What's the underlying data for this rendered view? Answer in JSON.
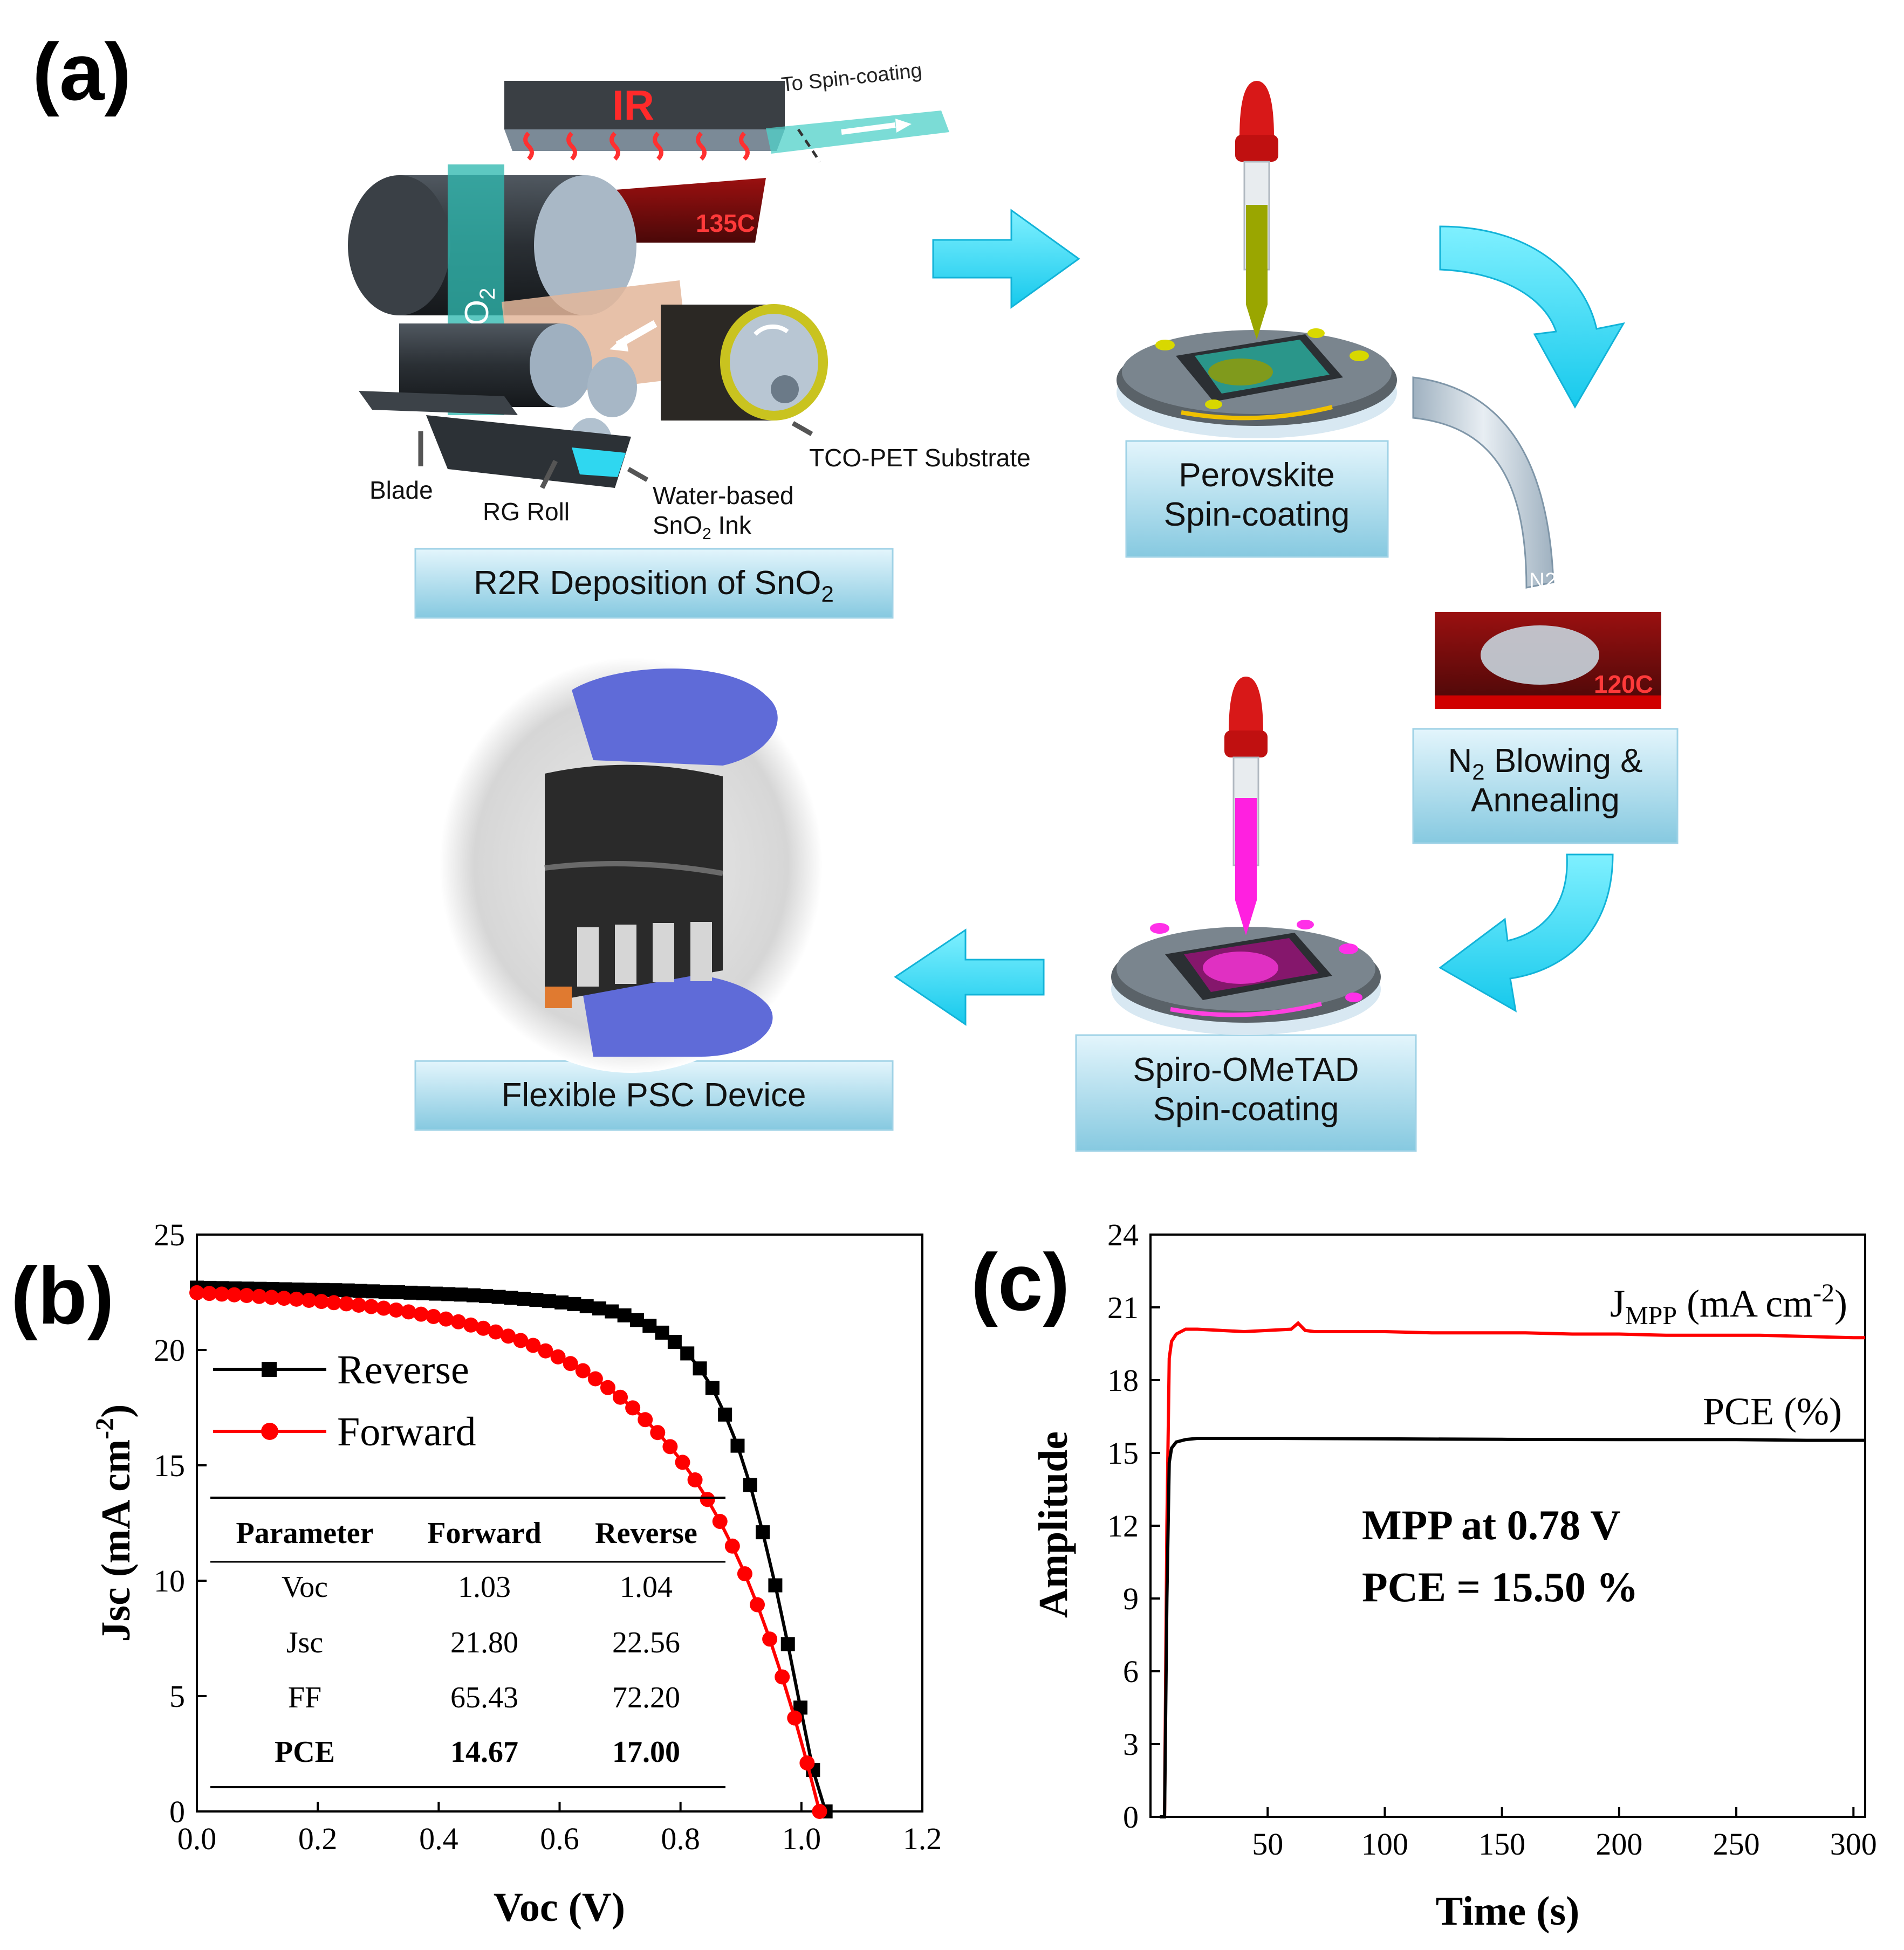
{
  "panel_a": {
    "letter": "(a)",
    "labels": {
      "r2r": "R2R Deposition of SnO",
      "r2r_sub": "2",
      "perovskite_1": "Perovskite",
      "perovskite_2": "Spin-coating",
      "n2_1a": "N",
      "n2_1sub": "2",
      "n2_1b": " Blowing &",
      "n2_2": "Annealing",
      "spiro_1": "Spiro-OMeTAD",
      "spiro_2": "Spin-coating",
      "flexible": "Flexible PSC Device"
    },
    "machine": {
      "ir": "IR",
      "to_spin": "To Spin-coating",
      "temp1": "135C",
      "sno2": "SnO",
      "sno2_sub": "2",
      "tco": "TCO-PET Substrate",
      "blade": "Blade",
      "rg_roll": "RG Roll",
      "ink_1": "Water-based",
      "ink_2a": "SnO",
      "ink_2sub": "2",
      "ink_2b": " Ink"
    },
    "anneal": {
      "n2": "N2",
      "temp2": "120C"
    },
    "colors": {
      "arrow": "#33ddf5",
      "box_top": "#dff3fb",
      "box_bottom": "#8ccde4",
      "perovskite_ink": "#9aa600",
      "spiro_ink": "#ff20e0",
      "dropper_bulb": "#d81818"
    }
  },
  "panel_b": {
    "letter": "(b)",
    "chart_data": {
      "type": "line",
      "xlabel": "Voc (V)",
      "ylabel": "Jsc (mA cm",
      "ylabel_sup": "-2",
      "ylabel_end": ")",
      "xlim": [
        0,
        1.2
      ],
      "ylim": [
        0,
        25
      ],
      "xticks": [
        "0.0",
        "0.2",
        "0.4",
        "0.6",
        "0.8",
        "1.0",
        "1.2"
      ],
      "yticks": [
        "0",
        "5",
        "10",
        "15",
        "20",
        "25"
      ],
      "legend_position": "upper-left",
      "series": [
        {
          "name": "Reverse",
          "color": "#000000",
          "marker": "square",
          "x": [
            0.0,
            0.0208,
            0.0416,
            0.0624,
            0.0832,
            0.104,
            0.1248,
            0.1456,
            0.1664,
            0.1872,
            0.208,
            0.2288,
            0.2496,
            0.2704,
            0.2912,
            0.312,
            0.3328,
            0.3536,
            0.3744,
            0.3952,
            0.416,
            0.4368,
            0.4576,
            0.4784,
            0.4992,
            0.52,
            0.5408,
            0.5616,
            0.5824,
            0.6032,
            0.624,
            0.6448,
            0.6656,
            0.6864,
            0.7072,
            0.728,
            0.7488,
            0.7696,
            0.7904,
            0.8112,
            0.832,
            0.8528,
            0.8736,
            0.8944,
            0.9152,
            0.936,
            0.9568,
            0.9776,
            0.9984,
            1.0192,
            1.04
          ],
          "y": [
            22.7,
            22.69,
            22.68,
            22.67,
            22.66,
            22.65,
            22.64,
            22.63,
            22.62,
            22.61,
            22.6,
            22.59,
            22.58,
            22.56,
            22.54,
            22.52,
            22.5,
            22.48,
            22.46,
            22.44,
            22.42,
            22.4,
            22.37,
            22.34,
            22.3,
            22.26,
            22.22,
            22.17,
            22.12,
            22.06,
            21.99,
            21.9,
            21.8,
            21.67,
            21.5,
            21.3,
            21.05,
            20.75,
            20.35,
            19.85,
            19.2,
            18.35,
            17.2,
            15.85,
            14.15,
            12.1,
            9.8,
            7.25,
            4.5,
            1.8,
            0.0
          ]
        },
        {
          "name": "Forward",
          "color": "#ff0000",
          "marker": "circle",
          "x": [
            0.0,
            0.0206,
            0.0412,
            0.0618,
            0.0824,
            0.103,
            0.1236,
            0.1442,
            0.1648,
            0.1854,
            0.206,
            0.2266,
            0.2472,
            0.2678,
            0.2884,
            0.309,
            0.3296,
            0.3502,
            0.3708,
            0.3914,
            0.412,
            0.4326,
            0.4532,
            0.4738,
            0.4944,
            0.515,
            0.5356,
            0.5562,
            0.5768,
            0.5974,
            0.618,
            0.6386,
            0.6592,
            0.6798,
            0.7004,
            0.721,
            0.7416,
            0.7622,
            0.7828,
            0.8034,
            0.824,
            0.8446,
            0.8652,
            0.8858,
            0.9064,
            0.927,
            0.9476,
            0.9682,
            0.9888,
            1.0094,
            1.03
          ],
          "y": [
            22.48,
            22.45,
            22.42,
            22.39,
            22.36,
            22.32,
            22.28,
            22.24,
            22.2,
            22.15,
            22.1,
            22.05,
            22.0,
            21.94,
            21.88,
            21.81,
            21.73,
            21.65,
            21.55,
            21.45,
            21.34,
            21.22,
            21.08,
            20.94,
            20.78,
            20.6,
            20.41,
            20.2,
            19.96,
            19.7,
            19.41,
            19.1,
            18.75,
            18.37,
            17.95,
            17.49,
            16.98,
            16.42,
            15.81,
            15.13,
            14.37,
            13.52,
            12.57,
            11.5,
            10.3,
            8.96,
            7.47,
            5.83,
            4.05,
            2.1,
            0.0
          ]
        }
      ],
      "table": {
        "headers": [
          "Parameter",
          "Forward",
          "Reverse"
        ],
        "rows": [
          [
            "Voc",
            "1.03",
            "1.04"
          ],
          [
            "Jsc",
            "21.80",
            "22.56"
          ],
          [
            "FF",
            "65.43",
            "72.20"
          ],
          [
            "PCE",
            "14.67",
            "17.00"
          ]
        ]
      }
    }
  },
  "panel_c": {
    "letter": "(c)",
    "chart_data": {
      "type": "line",
      "xlabel": "Time (s)",
      "ylabel": "Amplitude",
      "xlim": [
        0,
        305
      ],
      "ylim": [
        0,
        24
      ],
      "xticks": [
        "50",
        "100",
        "150",
        "200",
        "250",
        "300"
      ],
      "yticks": [
        "0",
        "3",
        "6",
        "9",
        "12",
        "15",
        "18",
        "21",
        "24"
      ],
      "annotations": [
        "MPP at 0.78 V",
        "PCE = 15.50 %"
      ],
      "series": [
        {
          "name": "JMPP (mA cm-2)",
          "label_main": "J",
          "label_sub": "MPP",
          "label_rest": " (mA cm",
          "label_sup": "-2",
          "label_end": ")",
          "color": "#ff0000",
          "x": [
            4,
            6,
            7,
            8,
            9,
            11,
            15,
            20,
            30,
            40,
            50,
            60,
            63,
            66,
            70,
            80,
            100,
            120,
            140,
            160,
            180,
            200,
            220,
            240,
            260,
            280,
            300,
            305
          ],
          "y": [
            0,
            0,
            12,
            18.9,
            19.6,
            19.9,
            20.1,
            20.1,
            20.05,
            20.0,
            20.05,
            20.1,
            20.35,
            20.05,
            20.0,
            20.0,
            20.0,
            19.95,
            19.95,
            19.95,
            19.9,
            19.9,
            19.85,
            19.85,
            19.85,
            19.8,
            19.75,
            19.75
          ]
        },
        {
          "name": "PCE (%)",
          "color": "#000000",
          "x": [
            4,
            6,
            7,
            8,
            9,
            11,
            15,
            20,
            30,
            50,
            100,
            150,
            200,
            250,
            280,
            300,
            305
          ],
          "y": [
            0,
            0,
            9,
            14.6,
            15.2,
            15.45,
            15.55,
            15.6,
            15.6,
            15.6,
            15.58,
            15.56,
            15.55,
            15.55,
            15.52,
            15.52,
            15.52
          ]
        }
      ]
    }
  }
}
